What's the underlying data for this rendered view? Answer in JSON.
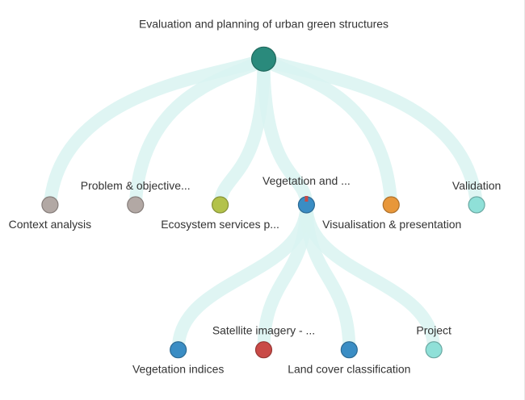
{
  "title": "Evaluation and planning of urban green structures",
  "colors": {
    "link": "#d9f3f1",
    "root": "#2a8a7c",
    "grey": "#b2a8a4",
    "olive": "#b3c24a",
    "blue": "#3a8dc4",
    "orange": "#e8973a",
    "teal": "#8fe0d8",
    "red": "#c94a47"
  },
  "root": {
    "id": "root",
    "color": "root"
  },
  "level1": [
    {
      "id": "context-analysis",
      "label": "Context analysis",
      "color": "grey"
    },
    {
      "id": "problem-objectives",
      "label": "Problem & objective...",
      "color": "grey"
    },
    {
      "id": "ecosystem-services",
      "label": "Ecosystem services p...",
      "color": "olive"
    },
    {
      "id": "vegetation",
      "label": "Vegetation and ...",
      "color": "blue"
    },
    {
      "id": "visualisation",
      "label": "Visualisation & presentation",
      "color": "orange"
    },
    {
      "id": "validation",
      "label": "Validation",
      "color": "teal"
    }
  ],
  "level2": [
    {
      "id": "vegetation-indices",
      "label": "Vegetation indices",
      "color": "blue",
      "parent": "vegetation"
    },
    {
      "id": "satellite-imagery",
      "label": "Satellite imagery - ...",
      "color": "red",
      "parent": "vegetation"
    },
    {
      "id": "land-cover",
      "label": "Land cover classification",
      "color": "blue",
      "parent": "vegetation"
    },
    {
      "id": "project",
      "label": "Project",
      "color": "teal",
      "parent": "vegetation"
    }
  ]
}
